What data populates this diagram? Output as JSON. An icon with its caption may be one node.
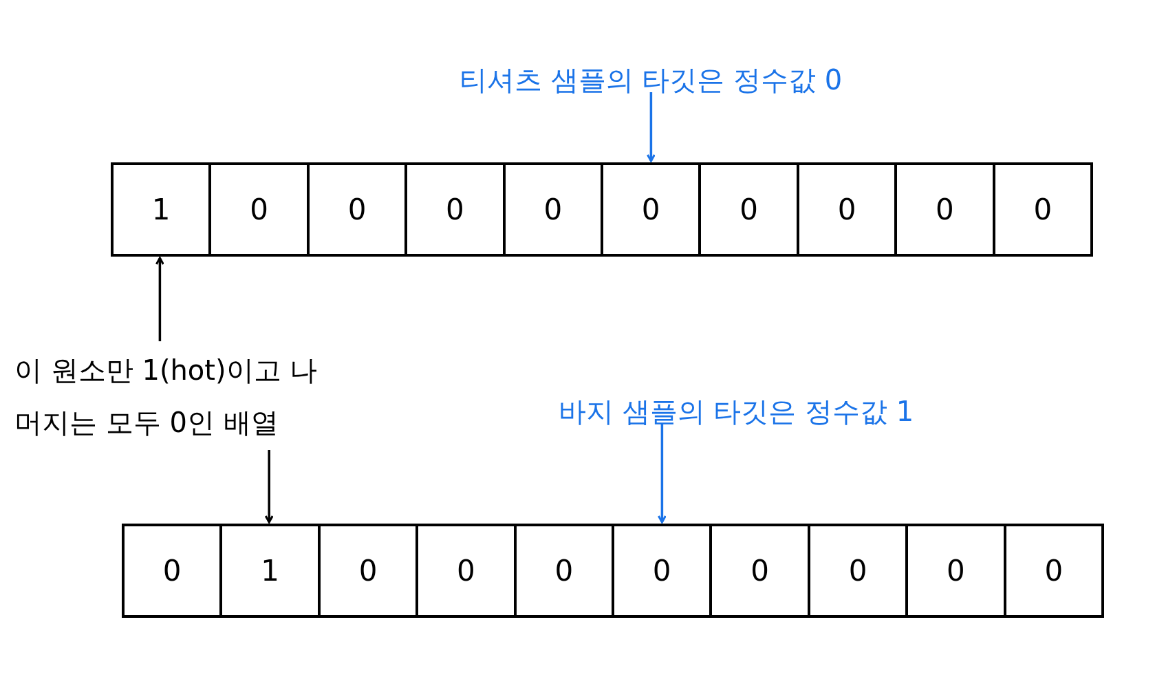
{
  "diagram": {
    "nodes": [
      {
        "text": [
          "티셔츠 샘플의 타깃은 정수값 0"
        ]
      },
      {
        "text": [],
        "shape": "box"
      },
      {
        "text": [
          "1"
        ],
        "in": 1
      },
      {
        "text": [
          "0"
        ],
        "in": 1
      },
      {
        "text": [
          "0"
        ],
        "in": 1
      },
      {
        "text": [
          "0"
        ],
        "in": 1
      },
      {
        "text": [
          "0"
        ],
        "in": 1
      },
      {
        "text": [
          "0"
        ],
        "in": 1
      },
      {
        "text": [
          "0"
        ],
        "in": 1
      },
      {
        "text": [
          "0"
        ],
        "in": 1
      },
      {
        "text": [
          "0"
        ],
        "in": 1
      },
      {
        "text": [
          "0"
        ],
        "in": 1
      },
      {
        "text": [
          "이 원소만 1(hot)이고 나머지는 모두 0인 배열"
        ]
      },
      {
        "text": [
          "바지 샘플의 타깃은 정수값 1"
        ]
      },
      {
        "text": [],
        "shape": "box"
      },
      {
        "text": [
          "0"
        ],
        "in": 14
      },
      {
        "text": [
          "1"
        ],
        "in": 14
      },
      {
        "text": [
          "0"
        ],
        "in": 14
      },
      {
        "text": [
          "0"
        ],
        "in": 14
      },
      {
        "text": [
          "0"
        ],
        "in": 14
      },
      {
        "text": [
          "0"
        ],
        "in": 14
      },
      {
        "text": [
          "0"
        ],
        "in": 14
      },
      {
        "text": [
          "0"
        ],
        "in": 14
      },
      {
        "text": [
          "0"
        ],
        "in": 14
      },
      {
        "text": [
          "0"
        ],
        "in": 14
      }
    ],
    "edges": [
      {
        "from": 0,
        "to": 7,
        "arrow": "to",
        "color": "#1a73e8"
      },
      {
        "from": 12,
        "to": 2,
        "arrow": "to",
        "color": "#000000"
      },
      {
        "from": 12,
        "to": 16,
        "arrow": "to",
        "color": "#000000"
      },
      {
        "from": 13,
        "to": 20,
        "arrow": "to",
        "color": "#1a73e8"
      }
    ]
  }
}
